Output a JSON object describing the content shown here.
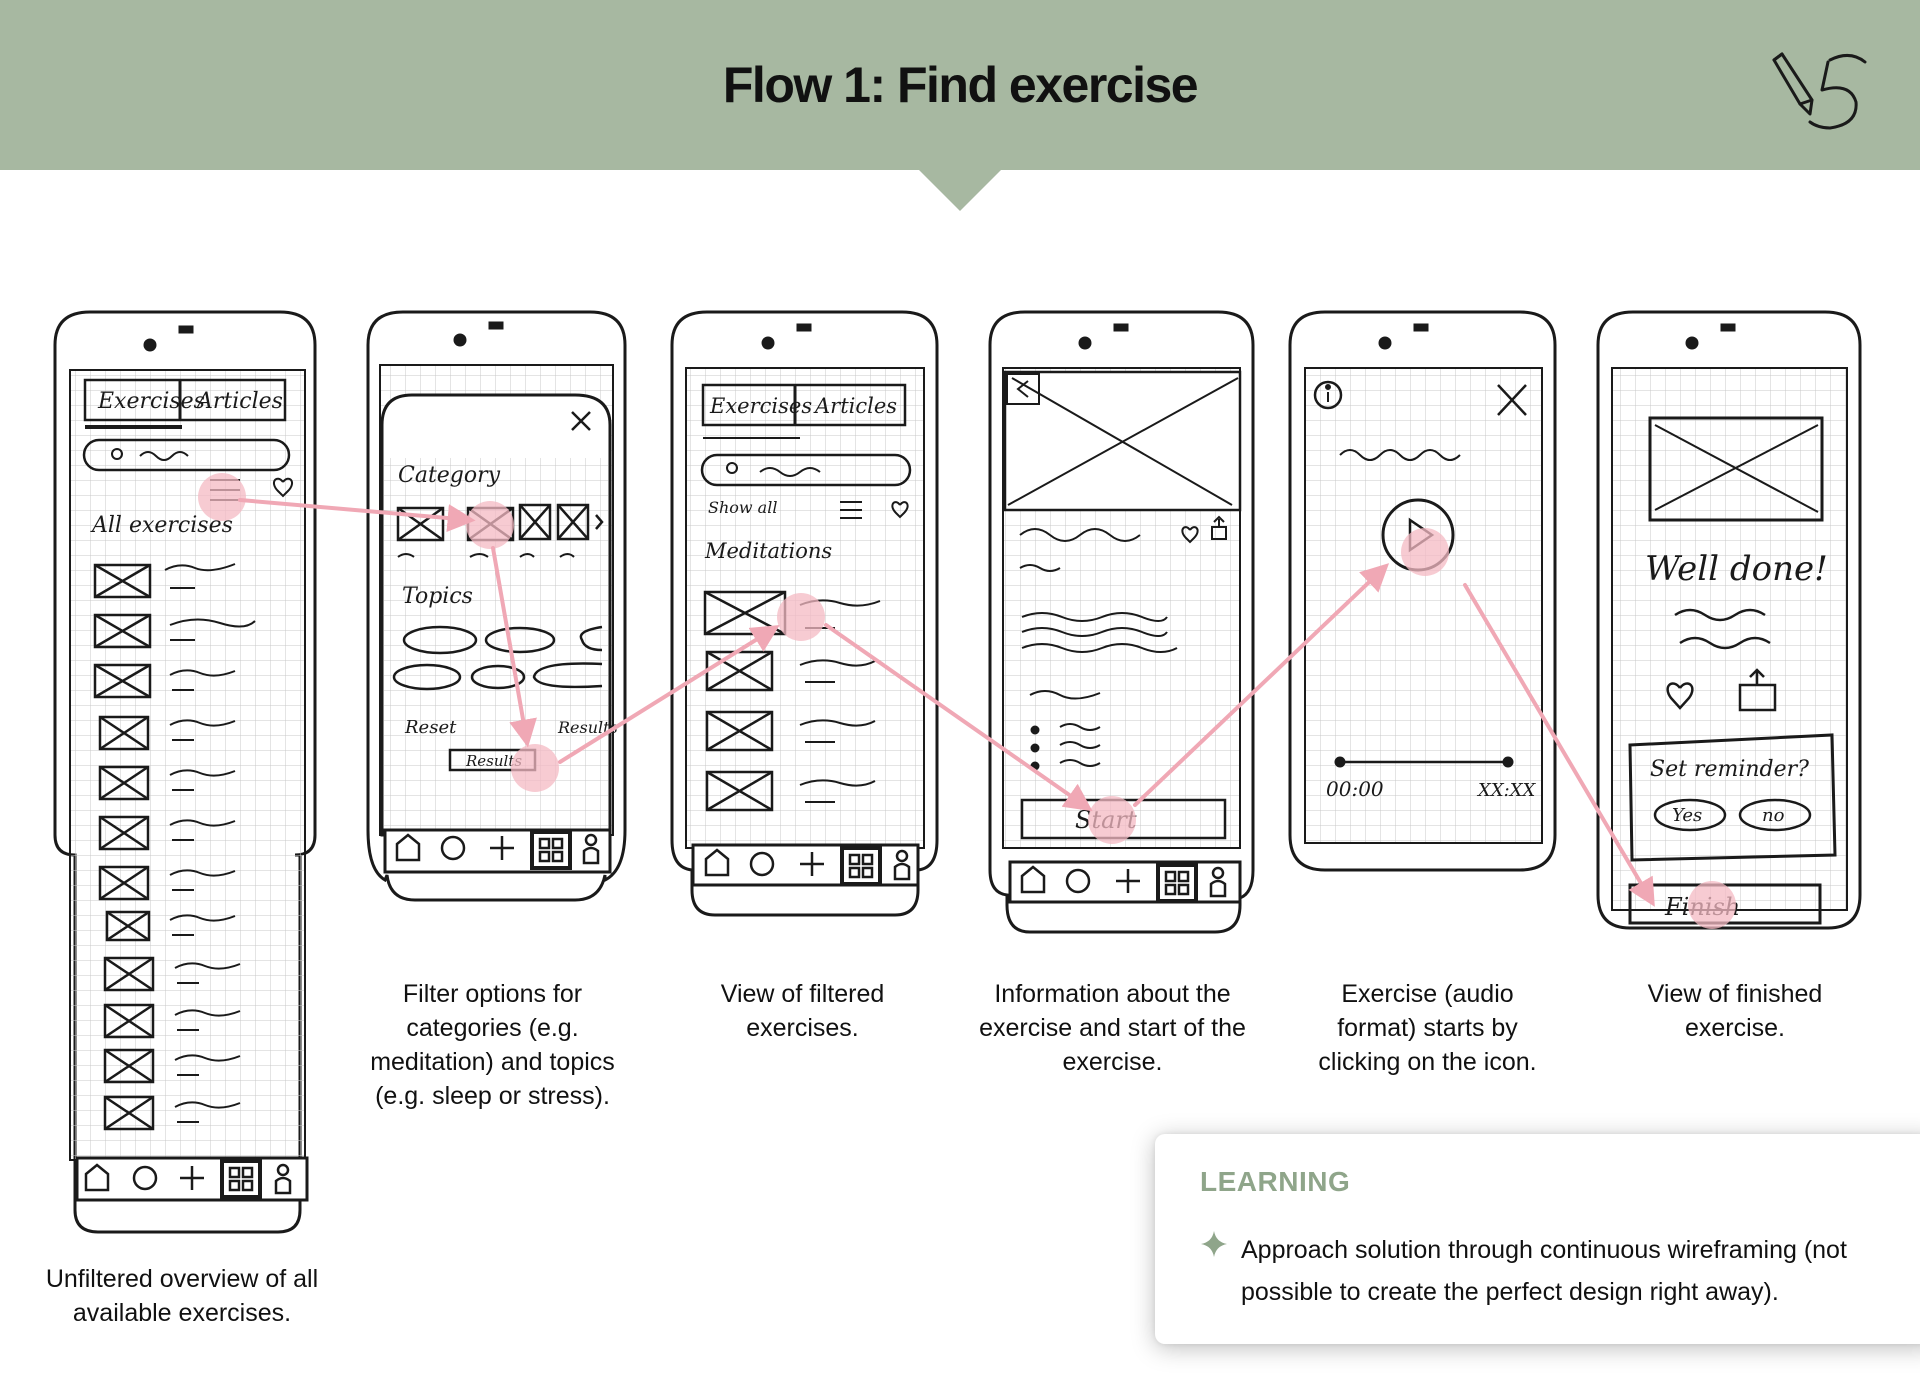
{
  "header": {
    "title": "Flow 1: Find exercise",
    "logo_icon": "pencil-signature-icon"
  },
  "screens": [
    {
      "tab_exercises": "Exercises",
      "tab_articles": "Articles",
      "section": "All exercises"
    },
    {
      "category": "Category",
      "topics": "Topics",
      "reset": "Reset",
      "results": "Results",
      "result_button": "Results"
    },
    {
      "tab_exercises": "Exercises",
      "tab_articles": "Articles",
      "show_all": "Show all",
      "section": "Meditations"
    },
    {
      "start": "Start"
    },
    {
      "time_start": "00:00",
      "time_end": "XX:XX"
    },
    {
      "headline": "Well done!",
      "reminder": "Set reminder?",
      "yes": "Yes",
      "no": "no",
      "finish": "Finish"
    }
  ],
  "captions": [
    "Unfiltered overview of all available exercises.",
    "Filter options for categories (e.g. meditation) and topics (e.g. sleep or stress).",
    "View of filtered exercises.",
    "Information about the exercise and start of the exercise.",
    "Exercise (audio format) starts by clicking on the icon.",
    "View of finished exercise."
  ],
  "learning": {
    "title": "LEARNING",
    "bullet_icon": "sparkle-icon",
    "text": "Approach solution through continuous wireframing (not possible to create the perfect design right away)."
  },
  "colors": {
    "header": "#a7b8a1",
    "accent": "#8fa58a",
    "highlight": "#f0a8b5",
    "ink": "#1a1a1a"
  }
}
